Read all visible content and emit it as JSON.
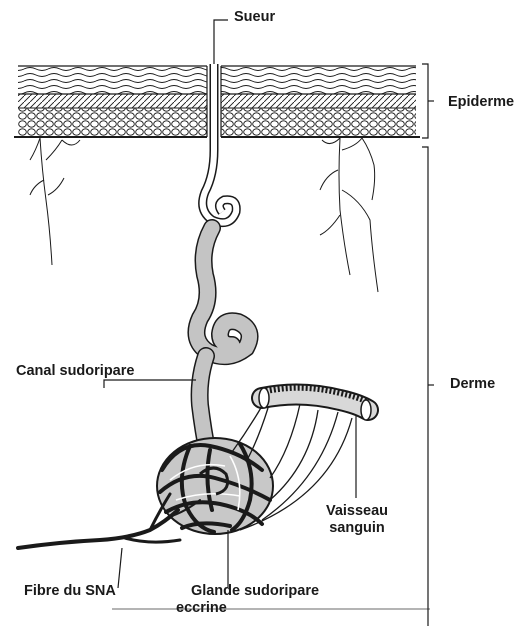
{
  "labels": {
    "sweat": "Sueur",
    "epidermis": "Epiderme",
    "dermis": "Derme",
    "sweat_duct": "Canal sudoripare",
    "blood_vessel_line1": "Vaisseau",
    "blood_vessel_line2": "sanguin",
    "ans_fiber": "Fibre du SNA",
    "gland_line1": "Glande sudoripare",
    "gland_line2": "eccrine"
  },
  "colors": {
    "ink": "#1a1a1a",
    "duct_fill": "#c4c4c4",
    "gland_fill": "#c8c8c8",
    "vessel_fill": "#d8d8d8"
  }
}
